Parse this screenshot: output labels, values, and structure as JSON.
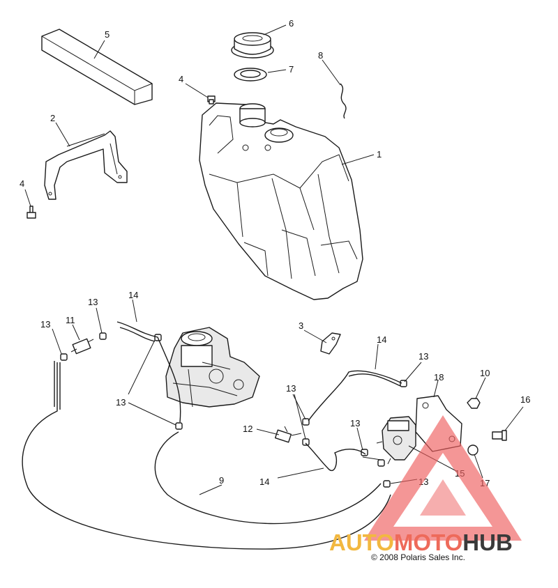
{
  "callouts": {
    "c1": "1",
    "c2": "2",
    "c3": "3",
    "c4a": "4",
    "c4b": "4",
    "c5": "5",
    "c6": "6",
    "c7": "7",
    "c8": "8",
    "c9": "9",
    "c10": "10",
    "c11": "11",
    "c12": "12",
    "c13a": "13",
    "c13b": "13",
    "c13c": "13",
    "c13d": "13",
    "c13e": "13",
    "c13f": "13",
    "c13g": "13",
    "c14a": "14",
    "c14b": "14",
    "c14c": "14",
    "c15": "15",
    "c16": "16",
    "c17": "17",
    "c18": "18"
  },
  "copyright": "© 2008 Polaris Sales Inc.",
  "watermark": {
    "part1": "AUTO",
    "part2": "MOTO",
    "part3": "HUB",
    "colors": {
      "auto": "#f2b840",
      "moto": "#ee6a5a",
      "hub": "#3a3a3a",
      "triangle": "#ee5e5e"
    }
  }
}
